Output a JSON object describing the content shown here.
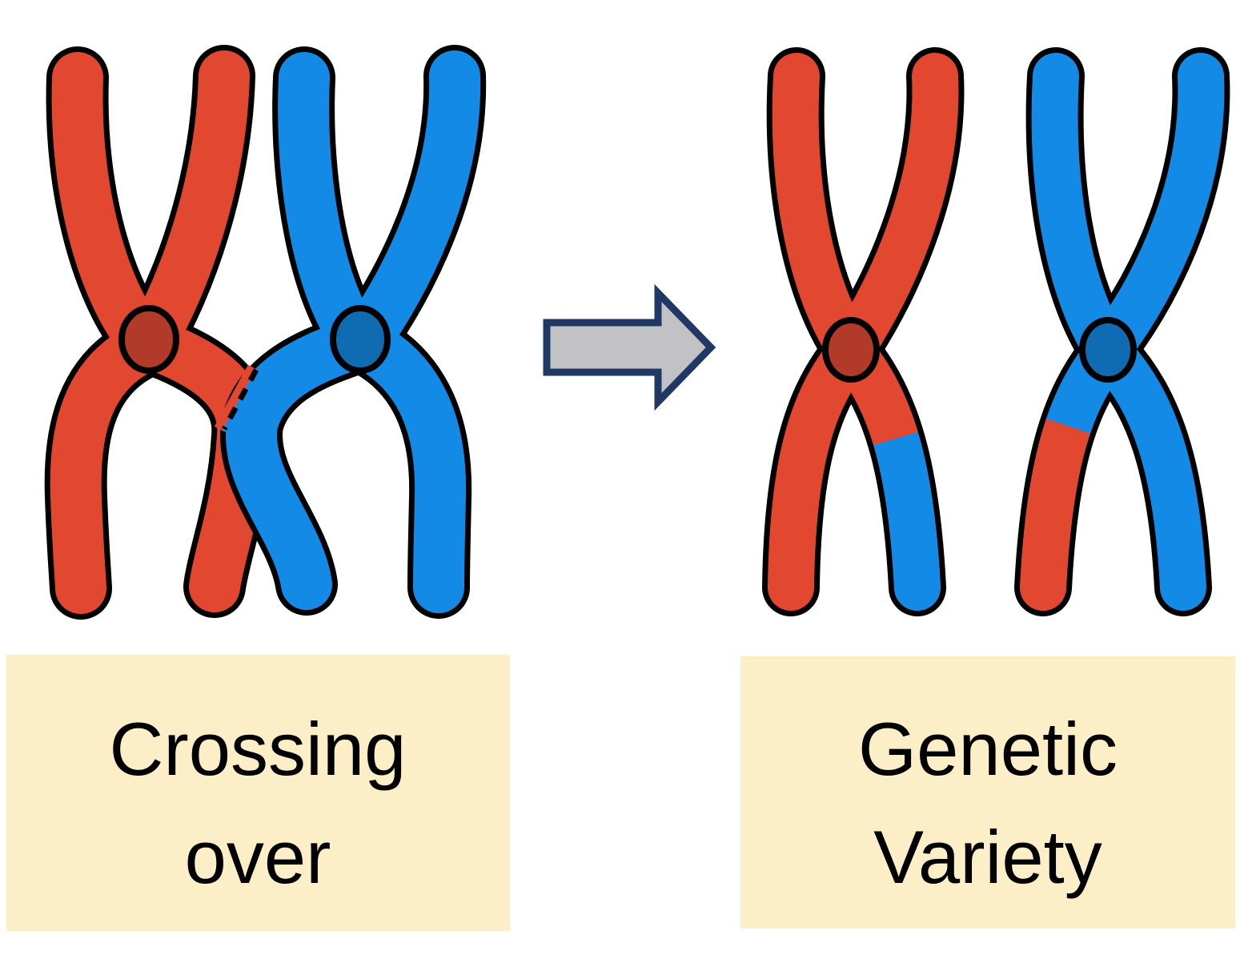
{
  "figure_left": {
    "label": {
      "line1": "Crossing",
      "line2": "over"
    }
  },
  "figure_right": {
    "label": {
      "line1": "Genetic",
      "line2": "Variety"
    }
  },
  "arrow": {
    "direction": "right"
  },
  "colors": {
    "background": "#FFFFFF",
    "chromosome_red": "#E2472F",
    "centromere_red": "#B23A28",
    "chromosome_blue": "#128AE6",
    "centromere_blue": "#0F6BB2",
    "outline": "#000000",
    "label_box_bg": "#FCEFC7",
    "label_text": "#000000",
    "arrow_fill": "#C2C2C4",
    "arrow_border": "#1F3864"
  }
}
